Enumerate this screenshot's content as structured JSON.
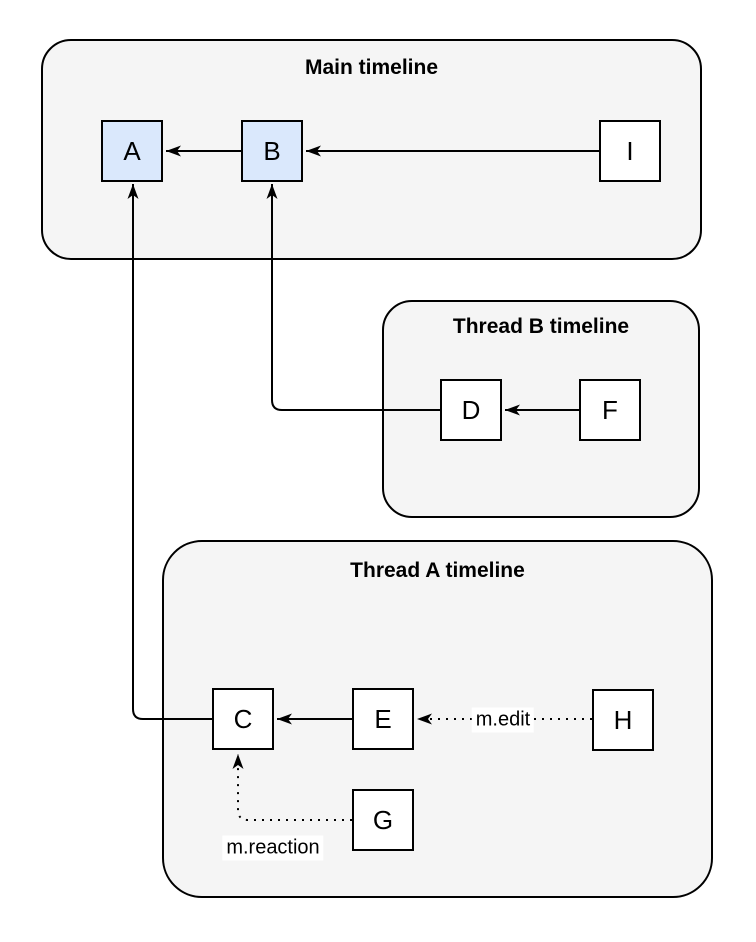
{
  "containers": {
    "main": {
      "title": "Main timeline"
    },
    "thread_b": {
      "title": "Thread B timeline"
    },
    "thread_a": {
      "title": "Thread A timeline"
    }
  },
  "nodes": {
    "a": {
      "label": "A",
      "variant": "highlight"
    },
    "b": {
      "label": "B",
      "variant": "highlight"
    },
    "i": {
      "label": "I",
      "variant": "plain"
    },
    "d": {
      "label": "D",
      "variant": "plain"
    },
    "f": {
      "label": "F",
      "variant": "plain"
    },
    "c": {
      "label": "C",
      "variant": "plain"
    },
    "e": {
      "label": "E",
      "variant": "plain"
    },
    "g": {
      "label": "G",
      "variant": "plain"
    },
    "h": {
      "label": "H",
      "variant": "plain"
    }
  },
  "edges": [
    {
      "from": "B",
      "to": "A",
      "style": "solid",
      "label": ""
    },
    {
      "from": "I",
      "to": "B",
      "style": "solid",
      "label": ""
    },
    {
      "from": "F",
      "to": "D",
      "style": "solid",
      "label": ""
    },
    {
      "from": "D",
      "to": "B",
      "style": "solid",
      "label": ""
    },
    {
      "from": "C",
      "to": "A",
      "style": "solid",
      "label": ""
    },
    {
      "from": "E",
      "to": "C",
      "style": "solid",
      "label": ""
    },
    {
      "from": "H",
      "to": "E",
      "style": "dotted",
      "label": "m.edit"
    },
    {
      "from": "G",
      "to": "C",
      "style": "dotted",
      "label": "m.reaction"
    }
  ],
  "edge_labels": {
    "h_to_e": "m.edit",
    "g_to_c": "m.reaction"
  },
  "colors": {
    "container_fill": "#f5f5f5",
    "container_stroke": "#000000",
    "node_highlight_fill": "#dae8fc",
    "node_plain_fill": "#ffffff",
    "node_stroke": "#000000",
    "edge_stroke": "#000000",
    "page_background": "#ffffff"
  }
}
